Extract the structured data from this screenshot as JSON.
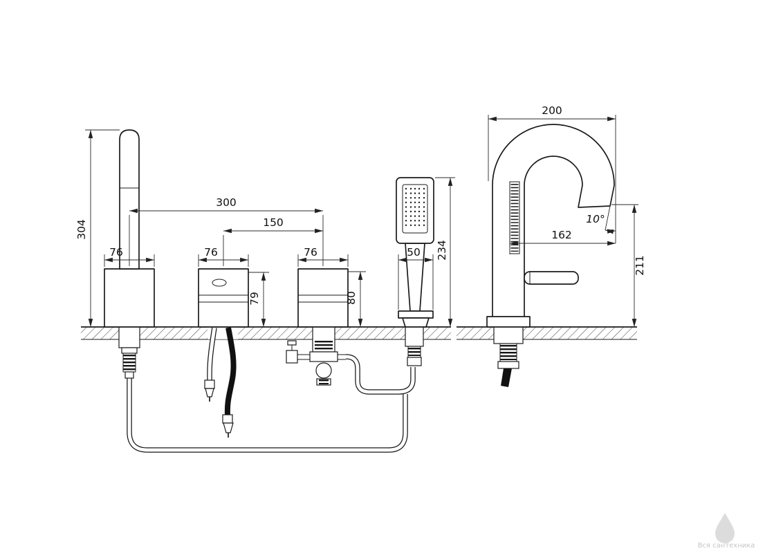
{
  "front": {
    "height_304": "304",
    "span_300": "300",
    "span_150": "150",
    "width_spout": "76",
    "width_valve1": "76",
    "width_valve2": "76",
    "width_holder": "50",
    "body_height_79": "79",
    "body_height_80": "80",
    "shower_height_234": "234"
  },
  "side": {
    "reach_200": "200",
    "outlet_162": "162",
    "height_211": "211",
    "angle_10": "10°"
  },
  "watermark": {
    "text": "Вся сантехника"
  }
}
